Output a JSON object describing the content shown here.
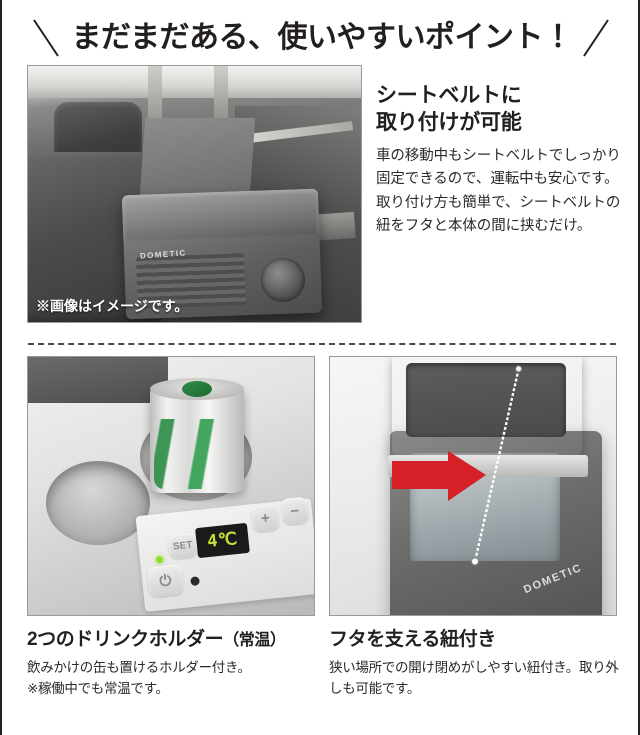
{
  "headline": {
    "text": "まだまだある、使いやすいポイント！",
    "left_slash": "slash-left",
    "right_slash": "slash-right"
  },
  "top_section": {
    "photo": {
      "alt_name": "car-rear-seat-with-cooler-photo",
      "brand": "DOMETIC",
      "note": "※画像はイメージです。"
    },
    "title": "シートベルトに\n取り付けが可能",
    "body": "車の移動中もシートベルトでしっかり固定できるので、運転中も安心です。\n取り付け方も簡単で、シートベルトの紐をフタと本体の間に挟むだけ。"
  },
  "bottom_left": {
    "photo": {
      "alt_name": "cup-holder-with-can-photo",
      "display_value": "4℃",
      "buttons": {
        "power": "⏻",
        "set": "SET",
        "plus": "+",
        "minus": "−"
      }
    },
    "title": "2つのドリンクホルダー",
    "title_paren": "（常温）",
    "body": "飲みかけの缶も置けるホルダー付き。\n※稼働中でも常温です。"
  },
  "bottom_right": {
    "photo": {
      "alt_name": "lid-with-support-strap-photo",
      "brand": "DOMETIC",
      "arrow": "red-arrow-pointing-right"
    },
    "title": "フタを支える紐付き",
    "body": "狭い場所での開け閉めがしやすい紐付き。取り外しも可能です。"
  },
  "colors": {
    "text": "#231f20",
    "accent_red": "#d61f26",
    "lcd_green": "#c8e03c",
    "led_green": "#8ede2a",
    "divider": "#4a4a4a"
  }
}
